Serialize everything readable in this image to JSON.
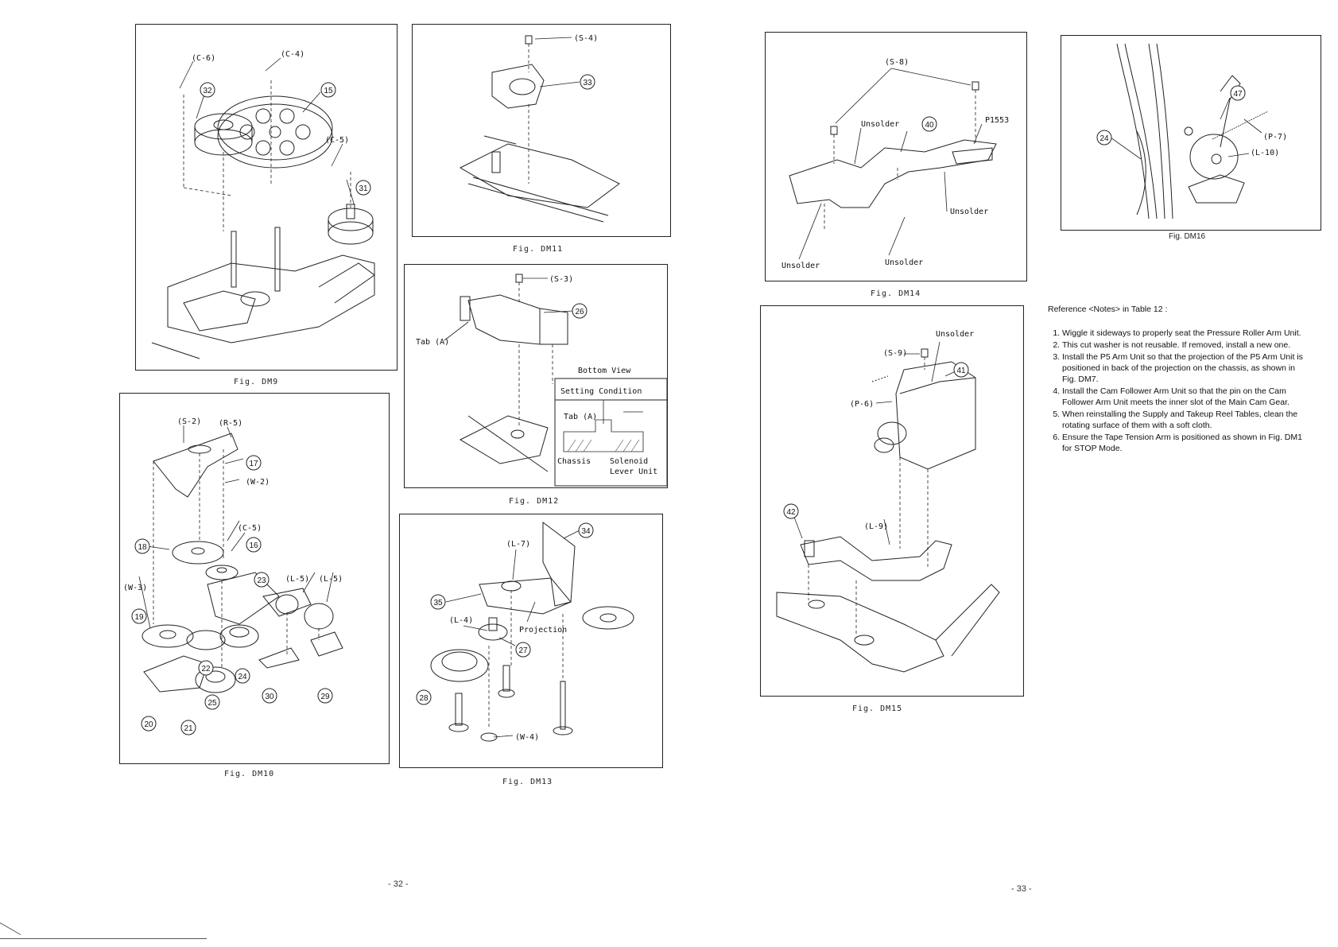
{
  "figures": {
    "dm9": {
      "caption": "Fig. DM9",
      "labels": {
        "c6": "(C-6)",
        "c4": "(C-4)",
        "c5": "(C-5)"
      },
      "callouts": {
        "n15": "15",
        "n31": "31",
        "n32": "32"
      }
    },
    "dm10": {
      "caption": "Fig. DM10",
      "labels": {
        "s2": "(S-2)",
        "r5": "(R-5)",
        "w2": "(W-2)",
        "c5": "(C-5)",
        "w3": "(W-3)",
        "l5a": "(L-5)",
        "l5b": "(L-5)"
      },
      "callouts": {
        "n16": "16",
        "n17": "17",
        "n18": "18",
        "n19": "19",
        "n20": "20",
        "n21": "21",
        "n22": "22",
        "n23": "23",
        "n24": "24",
        "n25": "25",
        "n29": "29",
        "n30": "30"
      }
    },
    "dm11": {
      "caption": "Fig. DM11",
      "labels": {
        "s4": "(S-4)"
      },
      "callouts": {
        "n33": "33"
      }
    },
    "dm12": {
      "caption": "Fig. DM12",
      "labels": {
        "s3": "(S-3)",
        "tab": "Tab (A)",
        "bottom_view": "Bottom View",
        "setting_condition": "Setting Condition",
        "tab_inner": "Tab (A)",
        "chassis": "Chassis",
        "solenoid": "Solenoid",
        "lever_unit": "Lever Unit"
      },
      "callouts": {
        "n26": "26"
      }
    },
    "dm13": {
      "caption": "Fig. DM13",
      "labels": {
        "l7": "(L-7)",
        "l4": "(L-4)",
        "projection": "Projection",
        "w4": "(W-4)"
      },
      "callouts": {
        "n27": "27",
        "n28": "28",
        "n34": "34",
        "n35": "35"
      }
    },
    "dm14": {
      "caption": "Fig. DM14",
      "labels": {
        "s8": "(S-8)",
        "unsolder_a": "Unsolder",
        "p1553": "P1553",
        "unsolder_b": "Unsolder",
        "unsolder_c": "Unsolder",
        "unsolder_d": "Unsolder"
      },
      "callouts": {
        "n40": "40"
      }
    },
    "dm15": {
      "caption": "Fig. DM15",
      "labels": {
        "unsolder": "Unsolder",
        "s9": "(S-9)",
        "p6": "(P-6)",
        "l9": "(L-9)"
      },
      "callouts": {
        "n41": "41",
        "n42": "42"
      }
    },
    "dm16": {
      "caption": "Fig. DM16",
      "labels": {
        "p7": "(P-7)",
        "l10": "(L-10)"
      },
      "callouts": {
        "n24": "24",
        "n47": "47"
      }
    }
  },
  "notes": {
    "heading": "Reference <Notes> in Table 12 :",
    "items": [
      "Wiggle it sideways to properly seat the Pressure Roller Arm Unit.",
      "This cut washer is not reusable. If removed, install a new one.",
      "Install the P5 Arm Unit so that the projection of the P5 Arm Unit is positioned in back of the projection on the chassis, as shown in Fig. DM7.",
      "Install the Cam Follower Arm Unit so that the pin on the Cam Follower Arm Unit meets the inner slot of the Main Cam Gear.",
      "When reinstalling the Supply and Takeup Reel Tables, clean the rotating surface of them with a soft cloth.",
      "Ensure the Tape Tension Arm is positioned as shown in Fig. DM1 for STOP Mode."
    ]
  },
  "pages": {
    "left": "- 32 -",
    "right": "- 33 -"
  }
}
